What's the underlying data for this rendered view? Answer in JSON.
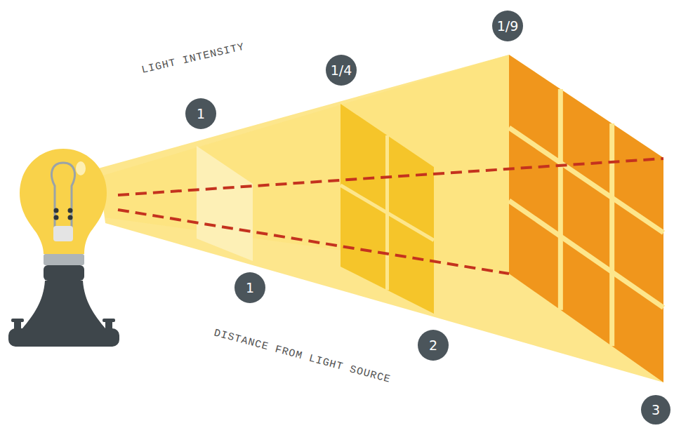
{
  "diagram": {
    "nodes": [
      {
        "text": [
          "1"
        ]
      },
      {
        "text": [
          "1/4"
        ]
      },
      {
        "text": [
          "1/9"
        ]
      },
      {
        "text": [
          "1"
        ]
      },
      {
        "text": [
          "2"
        ]
      },
      {
        "text": [
          "3"
        ]
      }
    ],
    "labels": [
      "LIGHT INTENSITY",
      "DISTANCE FROM LIGHT SOURCE"
    ]
  }
}
